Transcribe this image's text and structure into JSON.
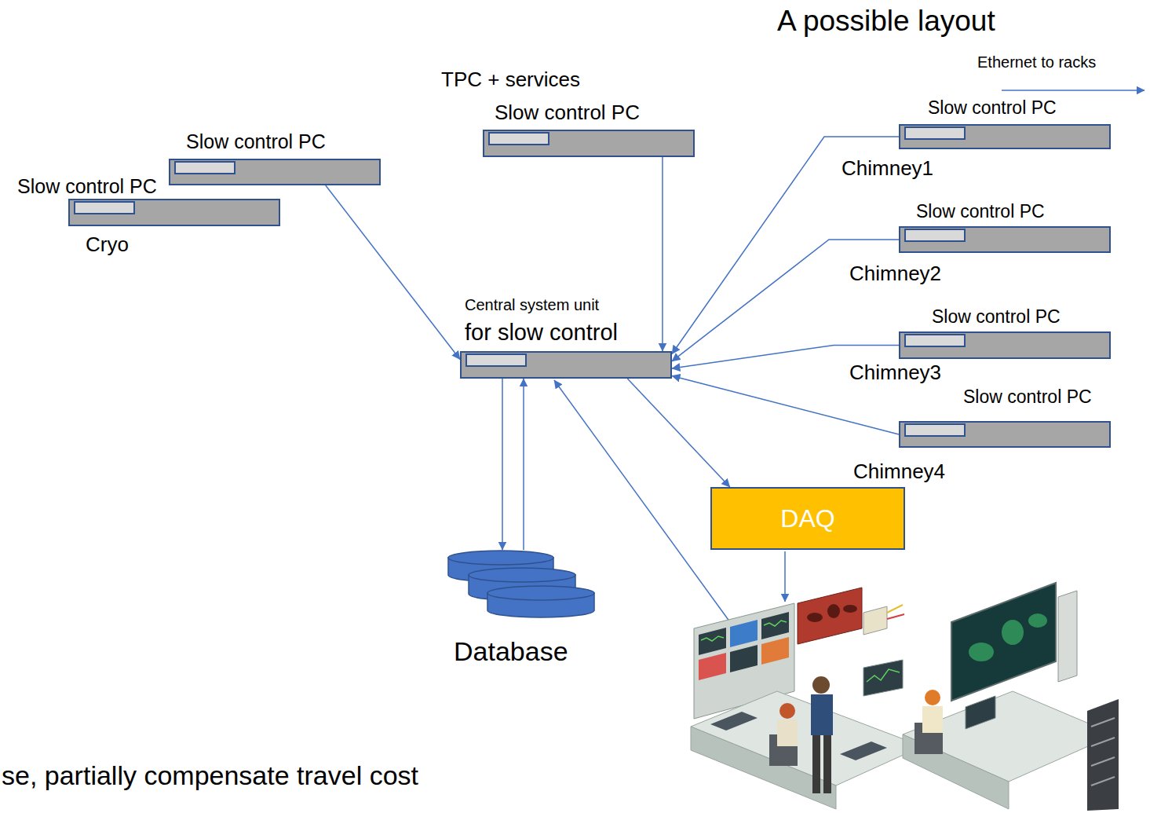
{
  "diagram": {
    "title": "A possible layout",
    "nodes": [
      {
        "text": [
          "Slow control PC"
        ]
      },
      {
        "text": [
          "Slow control PC",
          "Cryo"
        ]
      },
      {
        "text": [
          "TPC + services",
          "Slow control PC"
        ]
      },
      {
        "text": [
          "Central system unit",
          "for slow control"
        ]
      },
      {
        "text": [
          "Slow control PC",
          "Chimney1"
        ]
      },
      {
        "text": [
          "Slow control PC",
          "Chimney2"
        ]
      },
      {
        "text": [
          "Slow control PC",
          "Chimney3"
        ]
      },
      {
        "text": [
          "Slow control PC",
          "Chimney4"
        ]
      },
      {
        "text": [
          "Database"
        ]
      },
      {
        "text": [
          "DAQ"
        ]
      }
    ],
    "edges": [
      {
        "from": 0,
        "to": 3,
        "arrow": "to"
      },
      {
        "from": 2,
        "to": 3,
        "arrow": "to"
      },
      {
        "from": 4,
        "to": 3,
        "arrow": "to"
      },
      {
        "from": 5,
        "to": 3,
        "arrow": "to"
      },
      {
        "from": 6,
        "to": 3,
        "arrow": "to"
      },
      {
        "from": 7,
        "to": 3,
        "arrow": "to"
      },
      {
        "from": 3,
        "to": 8,
        "arrow": "to"
      },
      {
        "from": 8,
        "to": 3,
        "arrow": "to"
      },
      {
        "from": 3,
        "to": 9,
        "arrow": "to"
      }
    ],
    "labels": [
      "Ethernet to racks",
      "se, partially compensate travel cost"
    ]
  }
}
